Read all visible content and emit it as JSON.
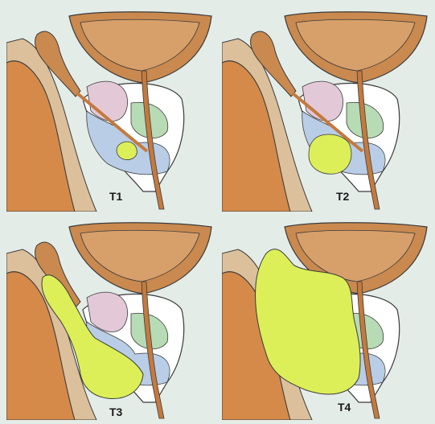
{
  "stages": [
    {
      "label": "T1"
    },
    {
      "label": "T2"
    },
    {
      "label": "T3"
    },
    {
      "label": "T4"
    }
  ],
  "colors": {
    "background": "#e4ece8",
    "bladder_wall": "#c9894f",
    "bladder_lumen": "#d79f6a",
    "rectum": "#d58a49",
    "rectal_wall": "#dcc09b",
    "urethra": "#c47a3e",
    "zone_pink": "#e3c9d8",
    "zone_green": "#b7dbb4",
    "zone_blue": "#b9cde6",
    "tumor": "#dcef58",
    "outline": "#3a3a3a"
  }
}
